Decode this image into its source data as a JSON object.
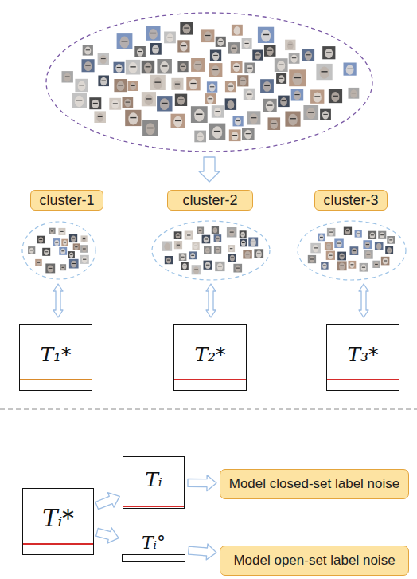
{
  "diagram": {
    "nodes": [
      {
        "text": [
          "cluster-1"
        ]
      },
      {
        "text": [
          "cluster-2"
        ]
      },
      {
        "text": [
          "cluster-3"
        ]
      },
      {
        "text": [
          "T₁*"
        ]
      },
      {
        "text": [
          "T₂*"
        ]
      },
      {
        "text": [
          "T₃*"
        ]
      },
      {
        "text": [
          "Tᵢ*"
        ]
      },
      {
        "text": [
          "Tᵢ"
        ]
      },
      {
        "text": [
          "Tᵢ°"
        ]
      },
      {
        "text": [
          "Model closed-set label noise"
        ]
      },
      {
        "text": [
          "Model open-set label noise"
        ]
      }
    ],
    "edges": [
      {
        "from": 6,
        "to": 7,
        "arrow": "to"
      },
      {
        "from": 6,
        "to": 8,
        "arrow": "to"
      },
      {
        "from": 7,
        "to": 9,
        "arrow": "to"
      },
      {
        "from": 8,
        "to": 10,
        "arrow": "to"
      }
    ]
  }
}
